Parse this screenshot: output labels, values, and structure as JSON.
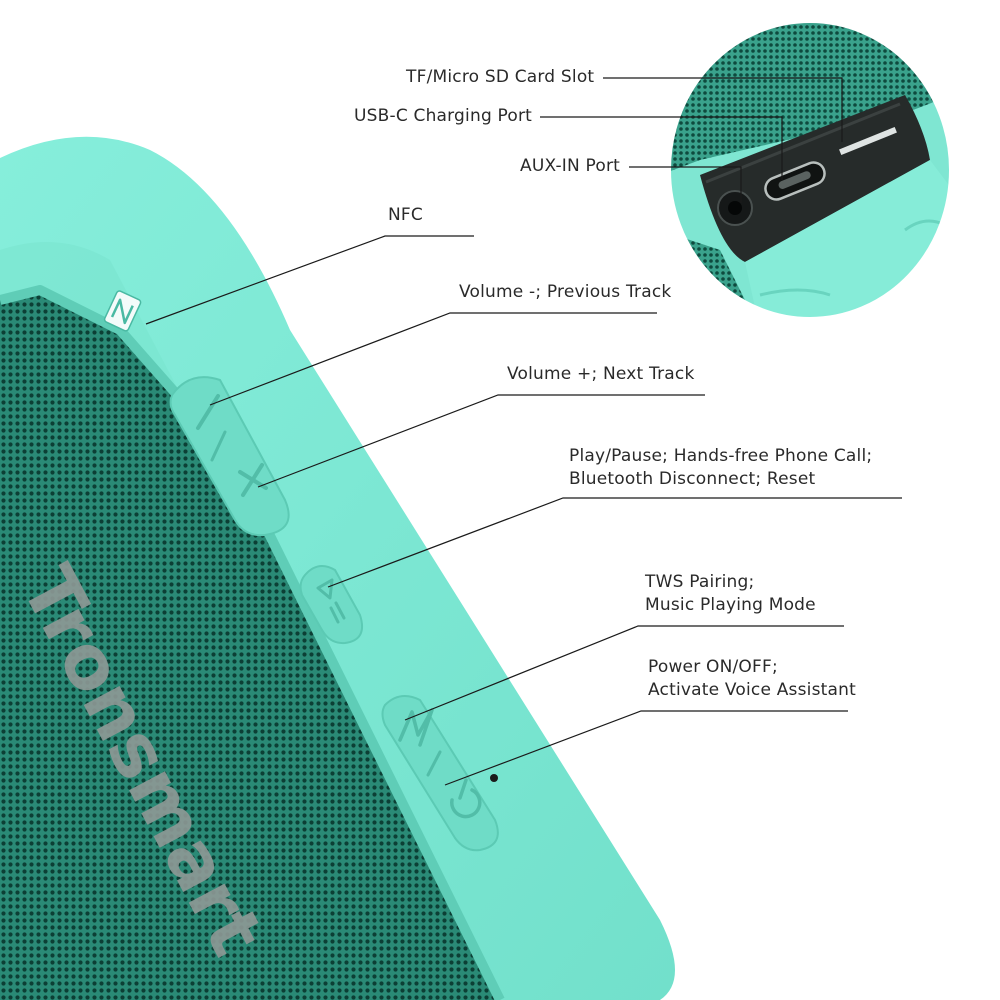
{
  "colors": {
    "body": "#7fe9d6",
    "body_shade": "#6fd9c5",
    "grille": "#1f7a68",
    "grille_dots": "#0f4c40",
    "leader_line": "#1a1a1a",
    "label_text": "#2a2a2a"
  },
  "brand": {
    "name": "Tronsmart"
  },
  "callouts": {
    "tf_slot": {
      "text": "TF/Micro SD Card Slot"
    },
    "usb_c": {
      "text": "USB-C Charging Port"
    },
    "aux_in": {
      "text": "AUX-IN Port"
    },
    "nfc": {
      "text": "NFC"
    },
    "vol_down": {
      "text": "Volume -; Previous Track"
    },
    "vol_up": {
      "text": "Volume +; Next Track"
    },
    "play_pause": {
      "line1": "Play/Pause; Hands-free Phone Call;",
      "line2": "Bluetooth Disconnect; Reset"
    },
    "tws": {
      "line1": "TWS Pairing;",
      "line2": "Music Playing Mode"
    },
    "power": {
      "line1": "Power ON/OFF;",
      "line2": "Activate Voice Assistant"
    }
  },
  "icons": {
    "nfc_logo": "nfc-icon",
    "volume_down": "minus-icon",
    "volume_up": "plus-icon",
    "play_pause": "play-pause-icon",
    "mode": "m-mode-icon",
    "power": "power-icon"
  }
}
